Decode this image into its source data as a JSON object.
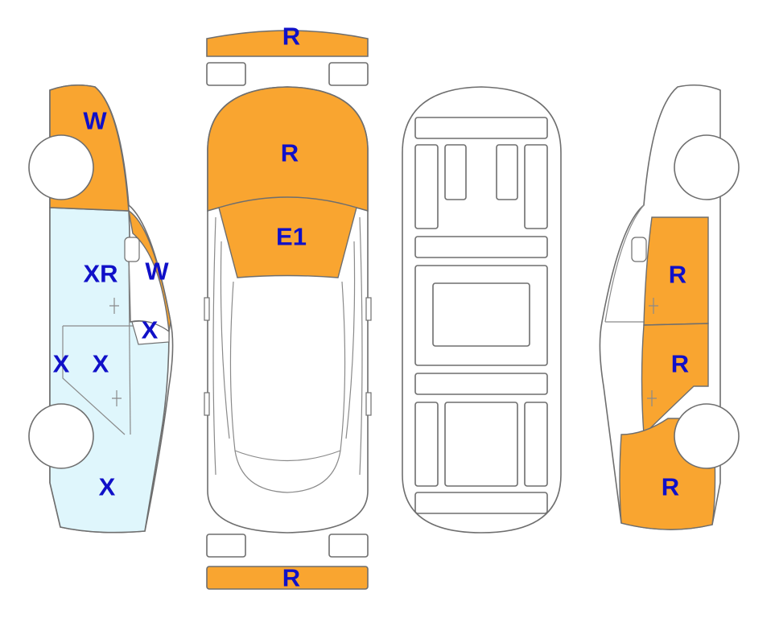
{
  "colors": {
    "damage_orange": "#F9A530",
    "light_blue": "#DFF6FC",
    "label_blue": "#1010C8",
    "outline": "#6E6E6E"
  },
  "labels": {
    "front_bumper": "R",
    "hood": "R",
    "windshield": "E1",
    "rear_bumper": "R",
    "left_front_fender": "W",
    "left_a_pillar": "W",
    "left_front_door": "XR",
    "left_window": "X",
    "left_rocker": "X",
    "left_rear_door": "X",
    "left_rear_quarter": "X",
    "right_front_door": "R",
    "right_rear_door": "R",
    "right_rear_quarter": "R"
  }
}
